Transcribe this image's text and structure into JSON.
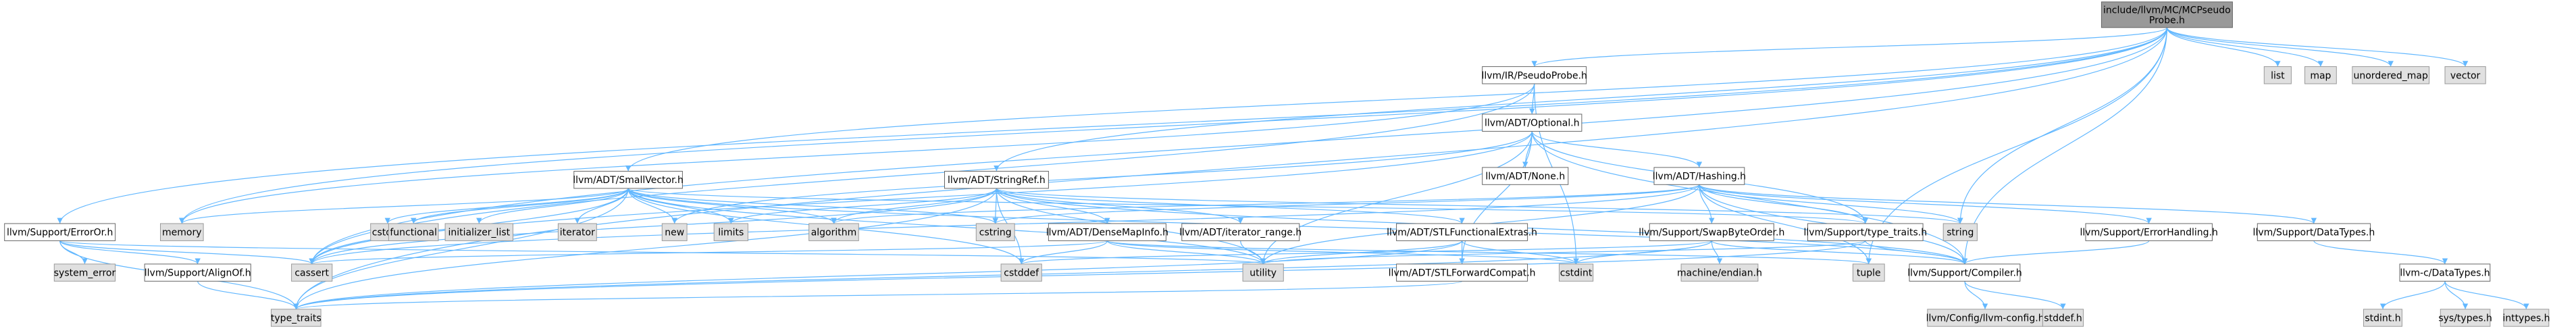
{
  "title": "include/llvm/MC/MCPseudoProbe.h",
  "colors": {
    "edge": "#63b8ff",
    "root_fill": "#999999",
    "doc_fill": "#ffffff",
    "system_fill": "#e0e0e0",
    "border": "#666666"
  },
  "nodes": [
    {
      "id": "root",
      "kind": "root",
      "lines": [
        "include/llvm/MC/MCPseudo",
        "Probe.h"
      ]
    },
    {
      "id": "pseudoprobe",
      "kind": "doc",
      "lines": [
        "llvm/IR/PseudoProbe.h"
      ]
    },
    {
      "id": "list",
      "kind": "sys",
      "lines": [
        "list"
      ]
    },
    {
      "id": "map",
      "kind": "sys",
      "lines": [
        "map"
      ]
    },
    {
      "id": "unordered_map",
      "kind": "sys",
      "lines": [
        "unordered_map"
      ]
    },
    {
      "id": "vector",
      "kind": "sys",
      "lines": [
        "vector"
      ]
    },
    {
      "id": "optional",
      "kind": "doc",
      "lines": [
        "llvm/ADT/Optional.h"
      ]
    },
    {
      "id": "smallvector",
      "kind": "doc",
      "lines": [
        "llvm/ADT/SmallVector.h"
      ]
    },
    {
      "id": "stringref",
      "kind": "doc",
      "lines": [
        "llvm/ADT/StringRef.h"
      ]
    },
    {
      "id": "none",
      "kind": "doc",
      "lines": [
        "llvm/ADT/None.h"
      ]
    },
    {
      "id": "hashing",
      "kind": "doc",
      "lines": [
        "llvm/ADT/Hashing.h"
      ]
    },
    {
      "id": "erroror",
      "kind": "doc",
      "lines": [
        "llvm/Support/ErrorOr.h"
      ]
    },
    {
      "id": "memory",
      "kind": "sys",
      "lines": [
        "memory"
      ]
    },
    {
      "id": "cstdlib",
      "kind": "sys",
      "lines": [
        "cstdlib"
      ]
    },
    {
      "id": "functional",
      "kind": "sys",
      "lines": [
        "functional"
      ]
    },
    {
      "id": "initializer_list",
      "kind": "sys",
      "lines": [
        "initializer_list"
      ]
    },
    {
      "id": "iterator",
      "kind": "sys",
      "lines": [
        "iterator"
      ]
    },
    {
      "id": "new",
      "kind": "sys",
      "lines": [
        "new"
      ]
    },
    {
      "id": "limits",
      "kind": "sys",
      "lines": [
        "limits"
      ]
    },
    {
      "id": "algorithm",
      "kind": "sys",
      "lines": [
        "algorithm"
      ]
    },
    {
      "id": "cstring",
      "kind": "sys",
      "lines": [
        "cstring"
      ]
    },
    {
      "id": "densemapinfo",
      "kind": "doc",
      "lines": [
        "llvm/ADT/DenseMapInfo.h"
      ]
    },
    {
      "id": "iterator_range",
      "kind": "doc",
      "lines": [
        "llvm/ADT/iterator_range.h"
      ]
    },
    {
      "id": "stlfunctional",
      "kind": "doc",
      "lines": [
        "llvm/ADT/STLFunctionalExtras.h"
      ]
    },
    {
      "id": "swapbyteorder",
      "kind": "doc",
      "lines": [
        "llvm/Support/SwapByteOrder.h"
      ]
    },
    {
      "id": "type_traits_h",
      "kind": "doc",
      "lines": [
        "llvm/Support/type_traits.h"
      ]
    },
    {
      "id": "string",
      "kind": "sys",
      "lines": [
        "string"
      ]
    },
    {
      "id": "errorhandling",
      "kind": "doc",
      "lines": [
        "llvm/Support/ErrorHandling.h"
      ]
    },
    {
      "id": "datatypes",
      "kind": "doc",
      "lines": [
        "llvm/Support/DataTypes.h"
      ]
    },
    {
      "id": "system_error",
      "kind": "sys",
      "lines": [
        "system_error"
      ]
    },
    {
      "id": "alignof",
      "kind": "doc",
      "lines": [
        "llvm/Support/AlignOf.h"
      ]
    },
    {
      "id": "cassert",
      "kind": "sys",
      "lines": [
        "cassert"
      ]
    },
    {
      "id": "cstddef",
      "kind": "sys",
      "lines": [
        "cstddef"
      ]
    },
    {
      "id": "utility",
      "kind": "sys",
      "lines": [
        "utility"
      ]
    },
    {
      "id": "stlforward",
      "kind": "doc",
      "lines": [
        "llvm/ADT/STLForwardCompat.h"
      ]
    },
    {
      "id": "cstdint",
      "kind": "sys",
      "lines": [
        "cstdint"
      ]
    },
    {
      "id": "machine_endian",
      "kind": "sys",
      "lines": [
        "machine/endian.h"
      ]
    },
    {
      "id": "tuple",
      "kind": "sys",
      "lines": [
        "tuple"
      ]
    },
    {
      "id": "compiler",
      "kind": "doc",
      "lines": [
        "llvm/Support/Compiler.h"
      ]
    },
    {
      "id": "c_datatypes",
      "kind": "doc",
      "lines": [
        "llvm-c/DataTypes.h"
      ]
    },
    {
      "id": "type_traits",
      "kind": "sys",
      "lines": [
        "type_traits"
      ]
    },
    {
      "id": "llvm_config",
      "kind": "sys",
      "lines": [
        "llvm/Config/llvm-config.h"
      ]
    },
    {
      "id": "stddef",
      "kind": "sys",
      "lines": [
        "stddef.h"
      ]
    },
    {
      "id": "stdint",
      "kind": "sys",
      "lines": [
        "stdint.h"
      ]
    },
    {
      "id": "sys_types",
      "kind": "sys",
      "lines": [
        "sys/types.h"
      ]
    },
    {
      "id": "inttypes",
      "kind": "sys",
      "lines": [
        "inttypes.h"
      ]
    }
  ],
  "edges": [
    [
      "root",
      "pseudoprobe"
    ],
    [
      "root",
      "list"
    ],
    [
      "root",
      "map"
    ],
    [
      "root",
      "unordered_map"
    ],
    [
      "root",
      "vector"
    ],
    [
      "root",
      "erroror"
    ],
    [
      "root",
      "smallvector"
    ],
    [
      "root",
      "stringref"
    ],
    [
      "root",
      "string"
    ],
    [
      "root",
      "tuple"
    ],
    [
      "root",
      "type_traits"
    ],
    [
      "root",
      "memory"
    ],
    [
      "root",
      "cassert"
    ],
    [
      "root",
      "compiler"
    ],
    [
      "pseudoprobe",
      "optional"
    ],
    [
      "pseudoprobe",
      "cstdint"
    ],
    [
      "pseudoprobe",
      "cassert"
    ],
    [
      "pseudoprobe",
      "memory"
    ],
    [
      "optional",
      "none"
    ],
    [
      "optional",
      "hashing"
    ],
    [
      "optional",
      "compiler"
    ],
    [
      "optional",
      "type_traits_h"
    ],
    [
      "optional",
      "cassert"
    ],
    [
      "optional",
      "new"
    ],
    [
      "optional",
      "utility"
    ],
    [
      "optional",
      "stlforward"
    ],
    [
      "smallvector",
      "memory"
    ],
    [
      "smallvector",
      "cstdlib"
    ],
    [
      "smallvector",
      "functional"
    ],
    [
      "smallvector",
      "initializer_list"
    ],
    [
      "smallvector",
      "iterator"
    ],
    [
      "smallvector",
      "new"
    ],
    [
      "smallvector",
      "limits"
    ],
    [
      "smallvector",
      "algorithm"
    ],
    [
      "smallvector",
      "cstring"
    ],
    [
      "smallvector",
      "cassert"
    ],
    [
      "smallvector",
      "cstddef"
    ],
    [
      "smallvector",
      "utility"
    ],
    [
      "smallvector",
      "type_traits"
    ],
    [
      "smallvector",
      "compiler"
    ],
    [
      "smallvector",
      "type_traits_h"
    ],
    [
      "stringref",
      "densemapinfo"
    ],
    [
      "stringref",
      "iterator_range"
    ],
    [
      "stringref",
      "stlfunctional"
    ],
    [
      "stringref",
      "compiler"
    ],
    [
      "stringref",
      "algorithm"
    ],
    [
      "stringref",
      "cassert"
    ],
    [
      "stringref",
      "cstddef"
    ],
    [
      "stringref",
      "cstring"
    ],
    [
      "stringref",
      "limits"
    ],
    [
      "stringref",
      "string"
    ],
    [
      "stringref",
      "type_traits"
    ],
    [
      "stringref",
      "utility"
    ],
    [
      "hashing",
      "errorhandling"
    ],
    [
      "hashing",
      "swapbyteorder"
    ],
    [
      "hashing",
      "type_traits_h"
    ],
    [
      "hashing",
      "algorithm"
    ],
    [
      "hashing",
      "cassert"
    ],
    [
      "hashing",
      "cstring"
    ],
    [
      "hashing",
      "string"
    ],
    [
      "hashing",
      "tuple"
    ],
    [
      "hashing",
      "utility"
    ],
    [
      "hashing",
      "datatypes"
    ],
    [
      "hashing",
      "compiler"
    ],
    [
      "erroror",
      "alignof"
    ],
    [
      "erroror",
      "cassert"
    ],
    [
      "erroror",
      "system_error"
    ],
    [
      "erroror",
      "type_traits"
    ],
    [
      "erroror",
      "utility"
    ],
    [
      "alignof",
      "type_traits"
    ],
    [
      "densemapinfo",
      "cassert"
    ],
    [
      "densemapinfo",
      "cstddef"
    ],
    [
      "densemapinfo",
      "cstdint"
    ],
    [
      "densemapinfo",
      "tuple"
    ],
    [
      "densemapinfo",
      "utility"
    ],
    [
      "iterator_range",
      "utility"
    ],
    [
      "stlfunctional",
      "stlforward"
    ],
    [
      "stlfunctional",
      "cstdint"
    ],
    [
      "stlfunctional",
      "type_traits"
    ],
    [
      "stlfunctional",
      "utility"
    ],
    [
      "stlforward",
      "type_traits"
    ],
    [
      "swapbyteorder",
      "cstddef"
    ],
    [
      "swapbyteorder",
      "cstdint"
    ],
    [
      "swapbyteorder",
      "type_traits"
    ],
    [
      "swapbyteorder",
      "machine_endian"
    ],
    [
      "swapbyteorder",
      "compiler"
    ],
    [
      "type_traits_h",
      "compiler"
    ],
    [
      "type_traits_h",
      "type_traits"
    ],
    [
      "type_traits_h",
      "utility"
    ],
    [
      "errorhandling",
      "compiler"
    ],
    [
      "datatypes",
      "c_datatypes"
    ],
    [
      "compiler",
      "llvm_config"
    ],
    [
      "compiler",
      "stddef"
    ],
    [
      "c_datatypes",
      "inttypes"
    ],
    [
      "c_datatypes",
      "stdint"
    ],
    [
      "c_datatypes",
      "sys_types"
    ]
  ]
}
